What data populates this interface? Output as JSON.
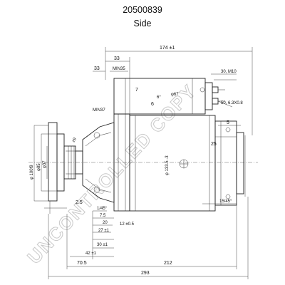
{
  "title": {
    "part_number": "20500839",
    "view": "Side"
  },
  "watermark": "UNCONTROLLED COPY",
  "dimensions": {
    "top_overall": "174 ±1",
    "top_33": "33",
    "top_min35": "MIN35",
    "left_33": "33",
    "bolt_30": "30, M10",
    "bolt_50": "50, 6.3X0.8",
    "num_7": "7",
    "num_6": "6",
    "angle_45": "6°",
    "phi67": "φ67",
    "min37": "MIN37",
    "phi100": "φ 100f9",
    "phi85": "φ85",
    "phi37": "φ37",
    "z9": "z9",
    "phi135": "φ 133.5 -3",
    "r5": "5",
    "r25": "25",
    "r2_5": "2.5",
    "r1_45": "1/45°",
    "r7_5": "7.5",
    "r20": "20",
    "r12": "12 ±0.5",
    "r27": "27 ±1",
    "r30": "30 ±1",
    "r42": "42 ±1",
    "r15_45": "15/45°",
    "b70_5": "70.5",
    "b212": "212",
    "b293": "293"
  },
  "colors": {
    "line": "#222222",
    "watermark": "#c9c9c9"
  }
}
